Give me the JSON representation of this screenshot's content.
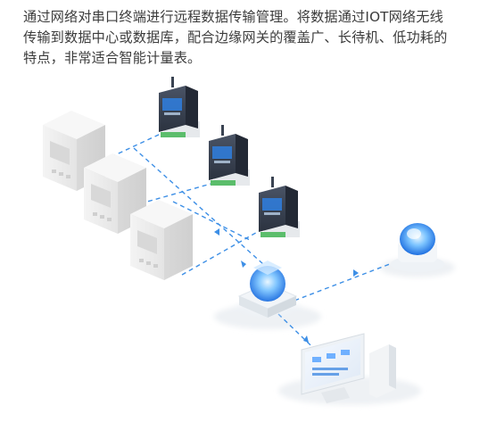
{
  "description": {
    "lines": [
      "通过网络对串口终端进行远程数据传输管理。将数据通过IOT网络无线",
      "传输到数据中心或数据库，配合边缘网关的覆盖广、长待机、低功耗的",
      "特点，非常适合智能计量表。"
    ]
  },
  "colors": {
    "text": "#3c3c3c",
    "dashed_link": "#3d8fe6",
    "device_body": "#3a4352",
    "accent_blue": "#2f7fe0"
  },
  "icons": {
    "meter": "smart-meter-icon",
    "gateway": "serial-iot-gateway-icon",
    "router": "network-router-icon",
    "sensor": "wireless-sensor-icon",
    "monitor": "management-console-icon"
  }
}
